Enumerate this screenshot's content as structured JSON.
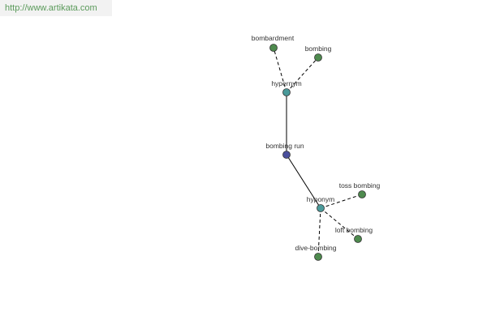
{
  "banner": {
    "url": "http://www.artikata.com"
  },
  "colors": {
    "center": "#4a4f9c",
    "relation": "#4a9a9a",
    "term": "#4e8a4e",
    "edge": "#000000",
    "banner_text": "#5a9a5a"
  },
  "graph": {
    "center": {
      "id": "bombing-run",
      "label": "bombing run"
    },
    "relations": [
      {
        "id": "hypernym",
        "label": "hypernym",
        "terms": [
          {
            "id": "bombardment",
            "label": "bombardment"
          },
          {
            "id": "bombing",
            "label": "bombing"
          }
        ]
      },
      {
        "id": "hyponym",
        "label": "hyponym",
        "terms": [
          {
            "id": "toss-bombing",
            "label": "toss bombing"
          },
          {
            "id": "loft-bombing",
            "label": "loft bombing"
          },
          {
            "id": "dive-bombing",
            "label": "dive-bombing"
          }
        ]
      }
    ]
  }
}
